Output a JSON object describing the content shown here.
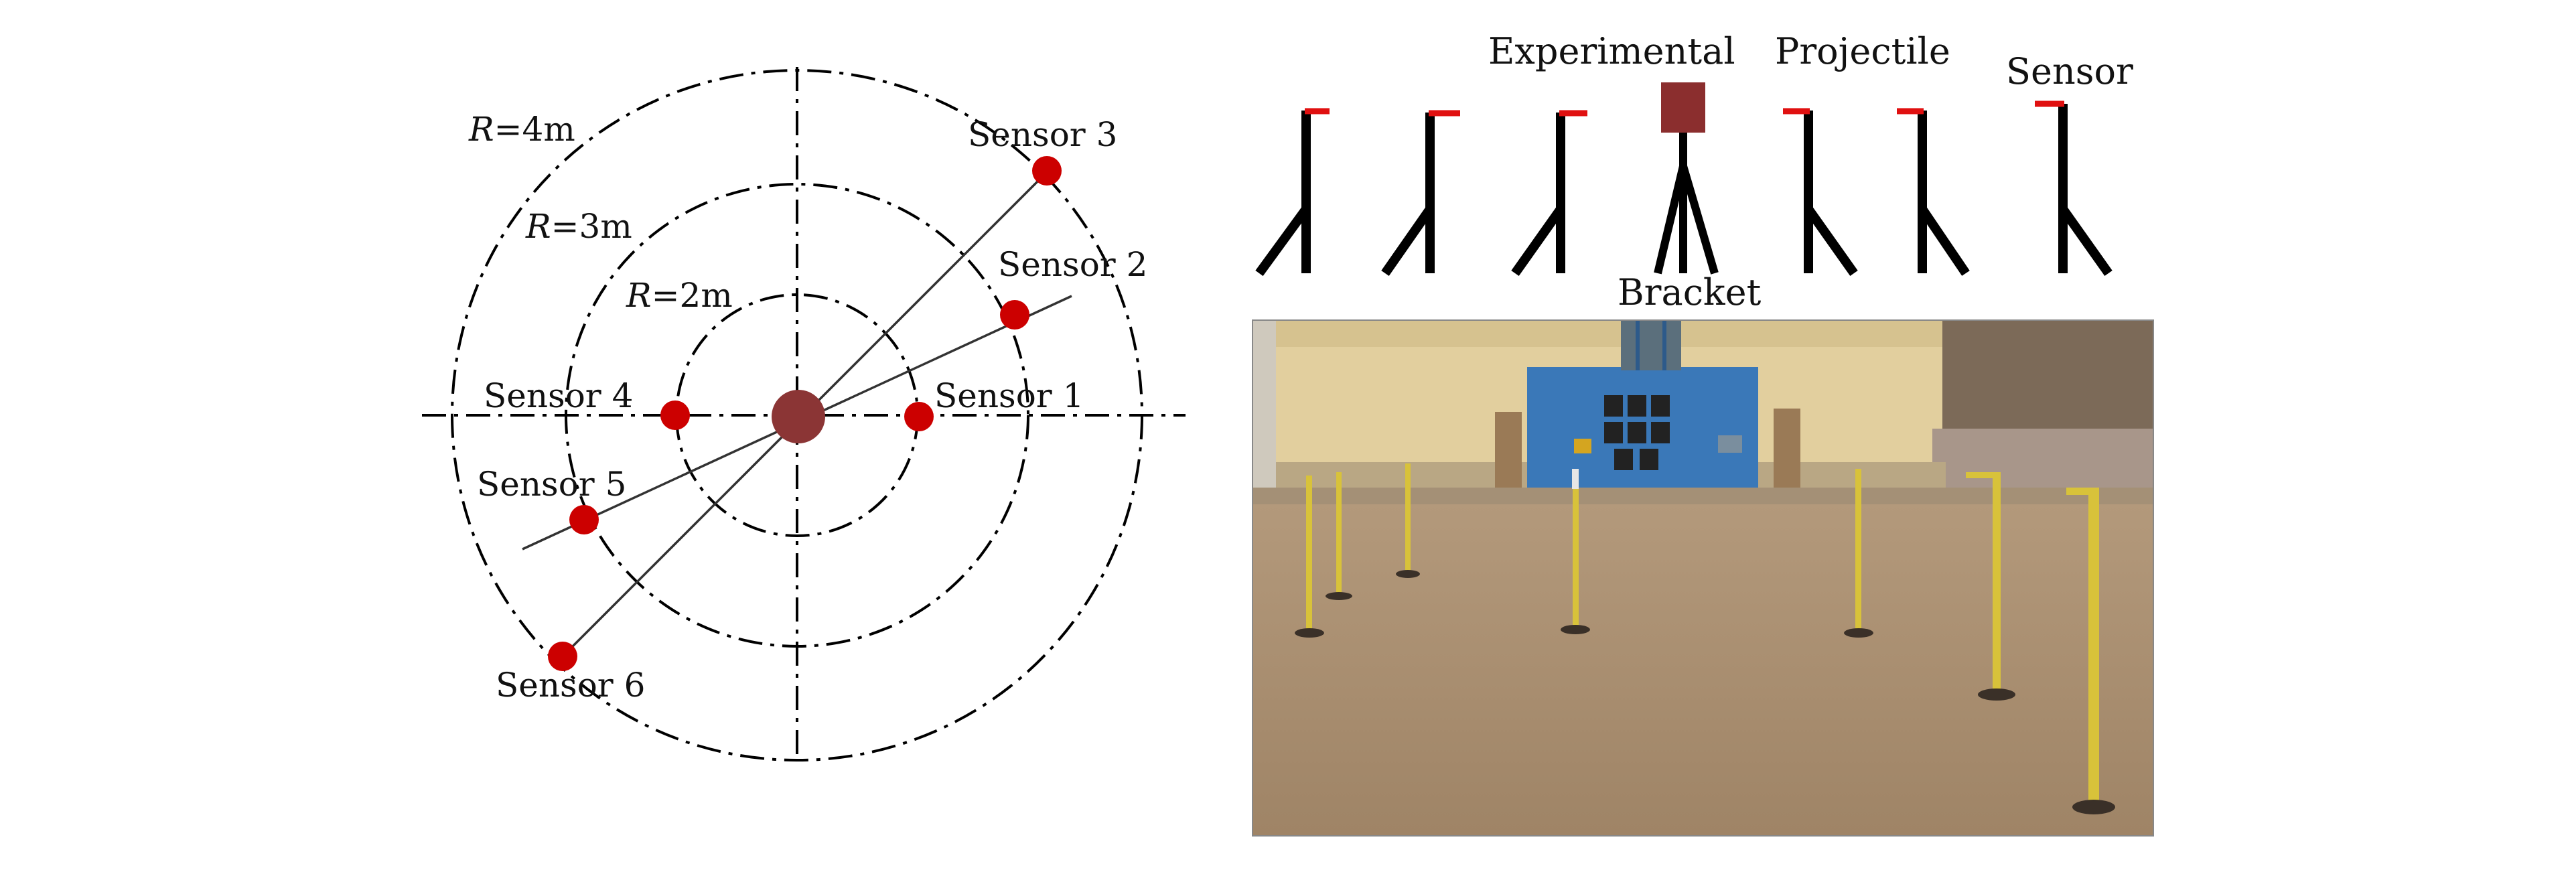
{
  "left_diagram": {
    "rings": [
      {
        "label_prefix": "R",
        "label_suffix": "=2m"
      },
      {
        "label_prefix": "R",
        "label_suffix": "=3m"
      },
      {
        "label_prefix": "R",
        "label_suffix": "=4m"
      }
    ],
    "sensors": [
      {
        "label": "Sensor 1"
      },
      {
        "label": "Sensor 2"
      },
      {
        "label": "Sensor 3"
      },
      {
        "label": "Sensor 4"
      },
      {
        "label": "Sensor 5"
      },
      {
        "label": "Sensor 6"
      }
    ],
    "colors": {
      "sensor": "#cc0000",
      "center": "#8b3535",
      "lines": "#000000"
    }
  },
  "right_diagram": {
    "labels": {
      "experimental": "Experimental",
      "projectile": "Projectile",
      "sensor": "Sensor",
      "bracket": "Bracket"
    },
    "colors": {
      "sensor_tip": "#e01010",
      "projectile": "#8b2e2e",
      "stand": "#000000"
    }
  },
  "photo": {
    "description_icon": "field-photo-icon",
    "colors": {
      "sky": "#cfc9bd",
      "wall": "#e2cf9e",
      "blue_target": "#3a78b8",
      "ground": "#a88f74",
      "pole": "#d8c23a"
    }
  }
}
